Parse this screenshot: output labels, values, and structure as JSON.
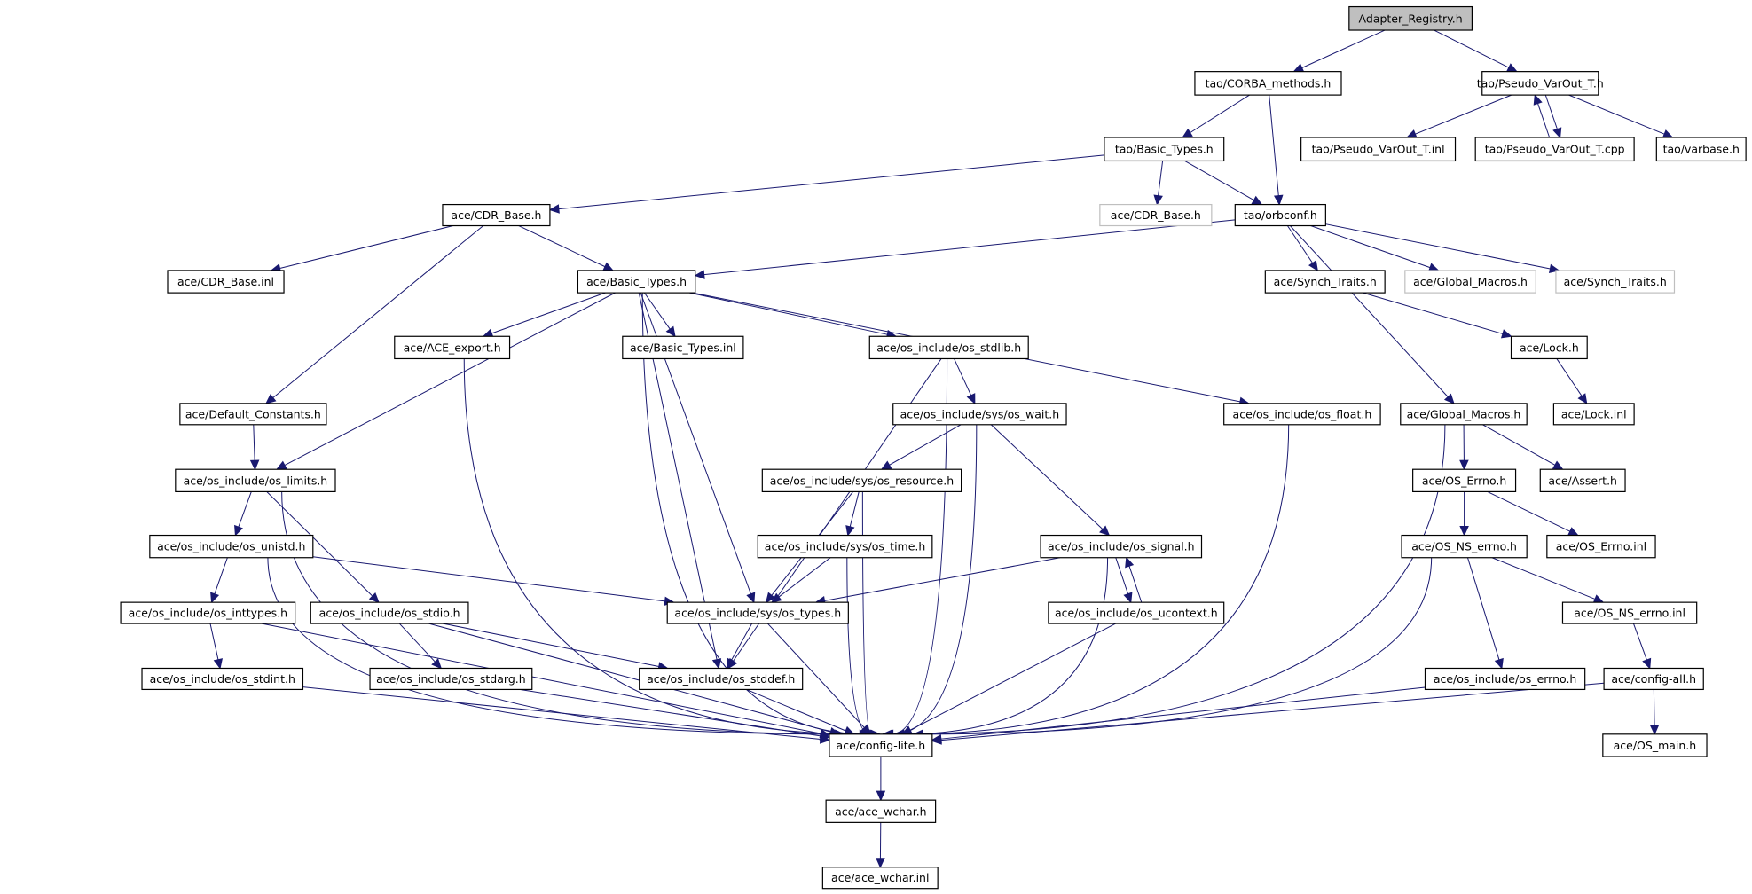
{
  "title": "Adapter_Registry.h",
  "colors": {
    "edge": "#191970",
    "root_fill": "#bfbfbf",
    "external_border": "#bfbfbf",
    "node_border": "#000000"
  },
  "nodes": [
    {
      "id": "adapter_registry",
      "label": "Adapter_Registry.h",
      "kind": "root"
    },
    {
      "id": "corba_methods",
      "label": "tao/CORBA_methods.h",
      "kind": "normal"
    },
    {
      "id": "pseudo_varout_h",
      "label": "tao/Pseudo_VarOut_T.h",
      "kind": "normal"
    },
    {
      "id": "pseudo_varout_inl",
      "label": "tao/Pseudo_VarOut_T.inl",
      "kind": "normal"
    },
    {
      "id": "pseudo_varout_cpp",
      "label": "tao/Pseudo_VarOut_T.cpp",
      "kind": "normal"
    },
    {
      "id": "varbase",
      "label": "tao/varbase.h",
      "kind": "normal"
    },
    {
      "id": "tao_basic_types",
      "label": "tao/Basic_Types.h",
      "kind": "normal"
    },
    {
      "id": "ace_cdr_base",
      "label": "ace/CDR_Base.h",
      "kind": "normal"
    },
    {
      "id": "ace_cdr_base_ext",
      "label": "ace/CDR_Base.h",
      "kind": "external"
    },
    {
      "id": "orbconf",
      "label": "tao/orbconf.h",
      "kind": "normal"
    },
    {
      "id": "cdr_base_inl",
      "label": "ace/CDR_Base.inl",
      "kind": "normal"
    },
    {
      "id": "ace_basic_types",
      "label": "ace/Basic_Types.h",
      "kind": "normal"
    },
    {
      "id": "synch_traits",
      "label": "ace/Synch_Traits.h",
      "kind": "normal"
    },
    {
      "id": "global_macros_ext",
      "label": "ace/Global_Macros.h",
      "kind": "external"
    },
    {
      "id": "synch_traits_ext",
      "label": "ace/Synch_Traits.h",
      "kind": "external"
    },
    {
      "id": "ace_export",
      "label": "ace/ACE_export.h",
      "kind": "normal"
    },
    {
      "id": "basic_types_inl",
      "label": "ace/Basic_Types.inl",
      "kind": "normal"
    },
    {
      "id": "os_stdlib",
      "label": "ace/os_include/os_stdlib.h",
      "kind": "normal"
    },
    {
      "id": "lock_h",
      "label": "ace/Lock.h",
      "kind": "normal"
    },
    {
      "id": "default_constants",
      "label": "ace/Default_Constants.h",
      "kind": "normal"
    },
    {
      "id": "os_wait",
      "label": "ace/os_include/sys/os_wait.h",
      "kind": "normal"
    },
    {
      "id": "os_float",
      "label": "ace/os_include/os_float.h",
      "kind": "normal"
    },
    {
      "id": "global_macros",
      "label": "ace/Global_Macros.h",
      "kind": "normal"
    },
    {
      "id": "lock_inl",
      "label": "ace/Lock.inl",
      "kind": "normal"
    },
    {
      "id": "os_limits",
      "label": "ace/os_include/os_limits.h",
      "kind": "normal"
    },
    {
      "id": "os_resource",
      "label": "ace/os_include/sys/os_resource.h",
      "kind": "normal"
    },
    {
      "id": "os_errno_h",
      "label": "ace/OS_Errno.h",
      "kind": "normal"
    },
    {
      "id": "assert_h",
      "label": "ace/Assert.h",
      "kind": "normal"
    },
    {
      "id": "os_unistd",
      "label": "ace/os_include/os_unistd.h",
      "kind": "normal"
    },
    {
      "id": "os_time",
      "label": "ace/os_include/sys/os_time.h",
      "kind": "normal"
    },
    {
      "id": "os_signal",
      "label": "ace/os_include/os_signal.h",
      "kind": "normal"
    },
    {
      "id": "os_ns_errno_h",
      "label": "ace/OS_NS_errno.h",
      "kind": "normal"
    },
    {
      "id": "os_errno_inl",
      "label": "ace/OS_Errno.inl",
      "kind": "normal"
    },
    {
      "id": "os_inttypes",
      "label": "ace/os_include/os_inttypes.h",
      "kind": "normal"
    },
    {
      "id": "os_stdio",
      "label": "ace/os_include/os_stdio.h",
      "kind": "normal"
    },
    {
      "id": "os_types",
      "label": "ace/os_include/sys/os_types.h",
      "kind": "normal"
    },
    {
      "id": "os_ucontext",
      "label": "ace/os_include/os_ucontext.h",
      "kind": "normal"
    },
    {
      "id": "os_ns_errno_inl",
      "label": "ace/OS_NS_errno.inl",
      "kind": "normal"
    },
    {
      "id": "os_stdint",
      "label": "ace/os_include/os_stdint.h",
      "kind": "normal"
    },
    {
      "id": "os_stdarg",
      "label": "ace/os_include/os_stdarg.h",
      "kind": "normal"
    },
    {
      "id": "os_stddef",
      "label": "ace/os_include/os_stddef.h",
      "kind": "normal"
    },
    {
      "id": "os_include_errno",
      "label": "ace/os_include/os_errno.h",
      "kind": "normal"
    },
    {
      "id": "config_all",
      "label": "ace/config-all.h",
      "kind": "normal"
    },
    {
      "id": "config_lite",
      "label": "ace/config-lite.h",
      "kind": "normal"
    },
    {
      "id": "os_main",
      "label": "ace/OS_main.h",
      "kind": "normal"
    },
    {
      "id": "ace_wchar_h",
      "label": "ace/ace_wchar.h",
      "kind": "normal"
    },
    {
      "id": "ace_wchar_inl",
      "label": "ace/ace_wchar.inl",
      "kind": "normal"
    }
  ],
  "edges": [
    [
      "adapter_registry",
      "corba_methods"
    ],
    [
      "adapter_registry",
      "pseudo_varout_h"
    ],
    [
      "corba_methods",
      "tao_basic_types"
    ],
    [
      "corba_methods",
      "orbconf"
    ],
    [
      "pseudo_varout_h",
      "pseudo_varout_inl"
    ],
    [
      "pseudo_varout_h",
      "pseudo_varout_cpp"
    ],
    [
      "pseudo_varout_cpp",
      "pseudo_varout_h"
    ],
    [
      "pseudo_varout_h",
      "varbase"
    ],
    [
      "tao_basic_types",
      "ace_cdr_base"
    ],
    [
      "tao_basic_types",
      "ace_cdr_base_ext"
    ],
    [
      "tao_basic_types",
      "orbconf"
    ],
    [
      "ace_cdr_base",
      "cdr_base_inl"
    ],
    [
      "ace_cdr_base",
      "ace_basic_types"
    ],
    [
      "ace_cdr_base",
      "default_constants"
    ],
    [
      "orbconf",
      "ace_basic_types"
    ],
    [
      "orbconf",
      "synch_traits"
    ],
    [
      "orbconf",
      "global_macros_ext"
    ],
    [
      "orbconf",
      "synch_traits_ext"
    ],
    [
      "orbconf",
      "global_macros"
    ],
    [
      "ace_basic_types",
      "ace_export"
    ],
    [
      "ace_basic_types",
      "basic_types_inl"
    ],
    [
      "ace_basic_types",
      "os_stdlib"
    ],
    [
      "ace_basic_types",
      "os_float"
    ],
    [
      "ace_basic_types",
      "os_limits"
    ],
    [
      "ace_basic_types",
      "os_types"
    ],
    [
      "ace_basic_types",
      "os_stddef"
    ],
    [
      "ace_basic_types",
      "config_lite"
    ],
    [
      "ace_export",
      "config_lite"
    ],
    [
      "synch_traits",
      "lock_h"
    ],
    [
      "lock_h",
      "lock_inl"
    ],
    [
      "os_stdlib",
      "os_wait"
    ],
    [
      "os_stdlib",
      "os_stddef"
    ],
    [
      "os_stdlib",
      "config_lite"
    ],
    [
      "default_constants",
      "os_limits"
    ],
    [
      "os_wait",
      "os_resource"
    ],
    [
      "os_wait",
      "os_signal"
    ],
    [
      "os_wait",
      "config_lite"
    ],
    [
      "os_float",
      "config_lite"
    ],
    [
      "global_macros",
      "os_errno_h"
    ],
    [
      "global_macros",
      "assert_h"
    ],
    [
      "global_macros",
      "config_lite"
    ],
    [
      "os_limits",
      "os_unistd"
    ],
    [
      "os_limits",
      "os_stdio"
    ],
    [
      "os_limits",
      "config_lite"
    ],
    [
      "os_resource",
      "os_time"
    ],
    [
      "os_resource",
      "os_types"
    ],
    [
      "os_resource",
      "config_lite"
    ],
    [
      "os_errno_h",
      "os_ns_errno_h"
    ],
    [
      "os_errno_h",
      "os_errno_inl"
    ],
    [
      "os_unistd",
      "os_inttypes"
    ],
    [
      "os_unistd",
      "os_types"
    ],
    [
      "os_unistd",
      "config_lite"
    ],
    [
      "os_time",
      "os_types"
    ],
    [
      "os_time",
      "config_lite"
    ],
    [
      "os_signal",
      "os_types"
    ],
    [
      "os_signal",
      "os_ucontext"
    ],
    [
      "os_ucontext",
      "os_signal"
    ],
    [
      "os_signal",
      "config_lite"
    ],
    [
      "os_ns_errno_h",
      "os_ns_errno_inl"
    ],
    [
      "os_ns_errno_h",
      "os_include_errno"
    ],
    [
      "os_ns_errno_h",
      "config_lite"
    ],
    [
      "os_inttypes",
      "os_stdint"
    ],
    [
      "os_inttypes",
      "config_lite"
    ],
    [
      "os_stdio",
      "os_stdarg"
    ],
    [
      "os_stdio",
      "os_stddef"
    ],
    [
      "os_stdio",
      "config_lite"
    ],
    [
      "os_types",
      "os_stddef"
    ],
    [
      "os_types",
      "config_lite"
    ],
    [
      "os_ucontext",
      "config_lite"
    ],
    [
      "os_ns_errno_inl",
      "config_all"
    ],
    [
      "os_stdint",
      "config_lite"
    ],
    [
      "os_stdarg",
      "config_lite"
    ],
    [
      "os_stddef",
      "config_lite"
    ],
    [
      "os_include_errno",
      "config_lite"
    ],
    [
      "config_all",
      "config_lite"
    ],
    [
      "config_all",
      "os_main"
    ],
    [
      "config_lite",
      "ace_wchar_h"
    ],
    [
      "ace_wchar_h",
      "ace_wchar_inl"
    ]
  ]
}
